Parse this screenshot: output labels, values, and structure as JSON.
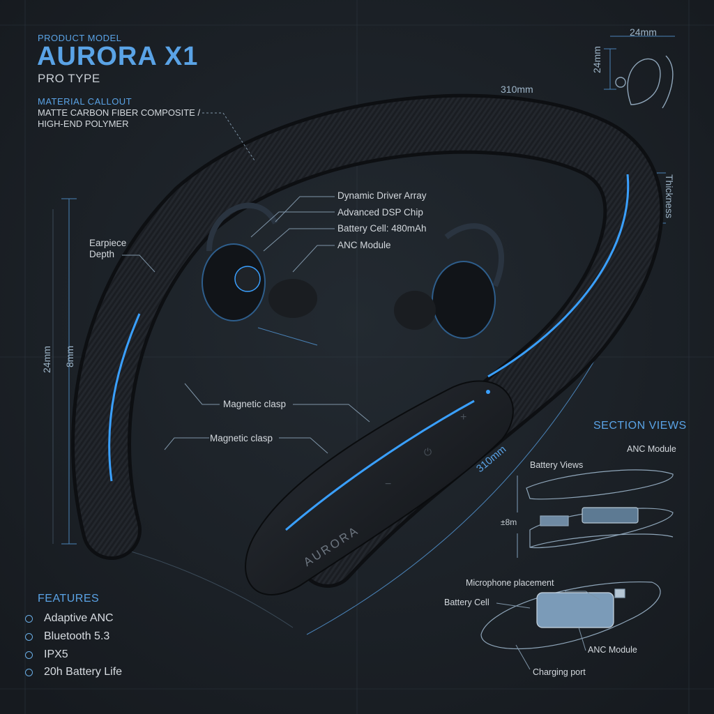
{
  "header": {
    "product_model_label": "PRODUCT MODEL",
    "model_name": "AURORA X1",
    "model_type": "PRO TYPE",
    "material_callout_label": "MATERIAL CALLOUT",
    "material_line1": "MATTE CARBON FIBER COMPOSITE /",
    "material_line2": "HIGH-END POLYMER"
  },
  "dimensions": {
    "earhook_width": "24mm",
    "earhook_height": "24mm",
    "band_length_top": "310mm",
    "band_length_bottom": "310mm",
    "thickness": "Thickness",
    "side_height": "24mm",
    "side_depth": "8mm",
    "section_depth": "±8m"
  },
  "callouts": {
    "earpiece_depth_1": "Earpiece",
    "earpiece_depth_2": "Depth",
    "dynamic_driver": "Dynamic Driver Array",
    "dsp_chip": "Advanced DSP Chip",
    "battery_cell": "Battery Cell: 480mAh",
    "anc_module": "ANC Module",
    "magnetic_clasp_1": "Magnetic clasp",
    "magnetic_clasp_2": "Magnetic clasp"
  },
  "product": {
    "brand_print": "AURORA",
    "buttons": [
      "−",
      "⏻",
      "+"
    ],
    "accent_color": "#3aa0ff",
    "body_color": "#15181c"
  },
  "features": {
    "title": "FEATURES",
    "items": [
      "Adaptive ANC",
      "Bluetooth 5.3",
      "IPX5",
      "20h Battery Life"
    ]
  },
  "section_views": {
    "title": "SECTION VIEWS",
    "battery_views": "Battery Views",
    "anc_module_top": "ANC Module",
    "microphone_placement": "Microphone placement",
    "battery_cell": "Battery Cell",
    "anc_module_bottom": "ANC Module",
    "charging_port": "Charging port"
  }
}
